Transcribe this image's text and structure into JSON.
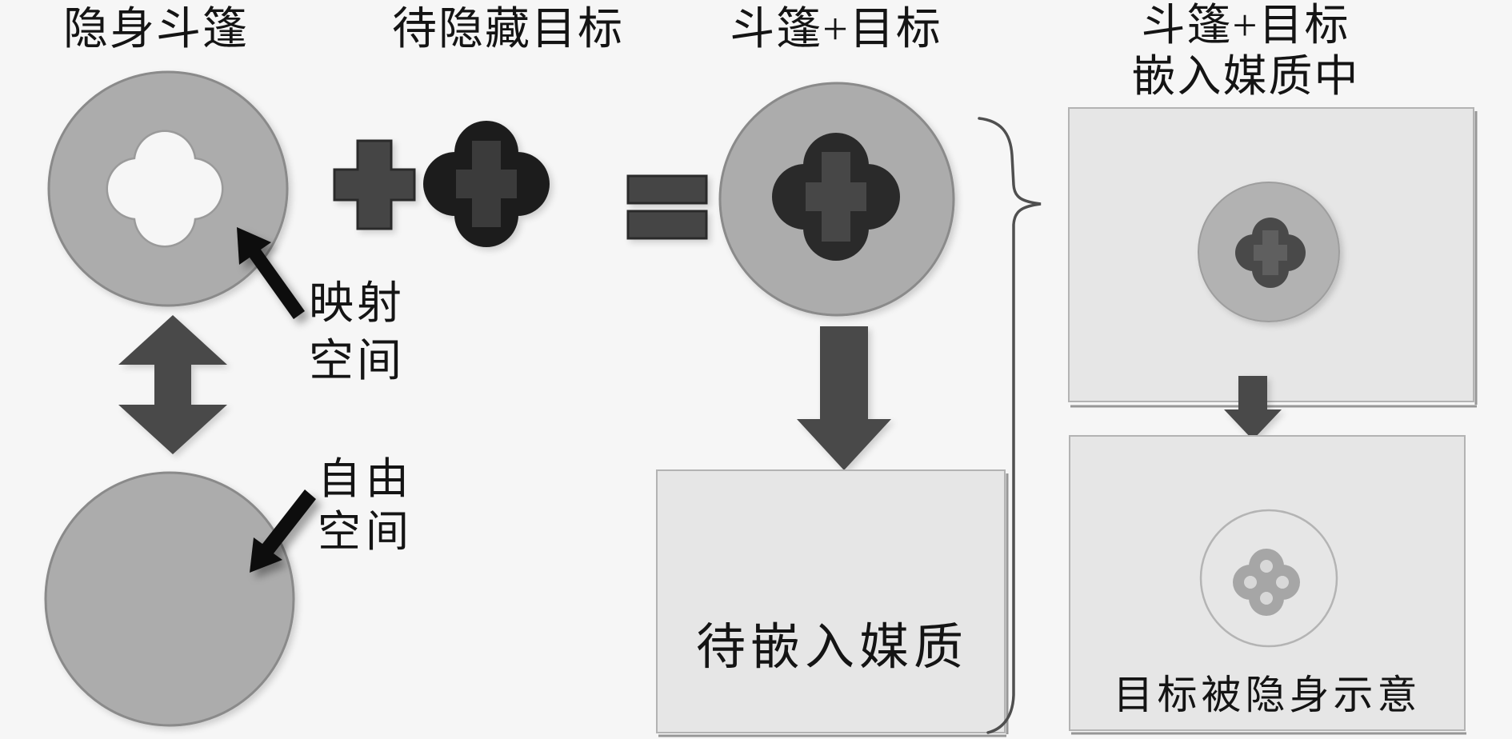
{
  "figure": {
    "background": "#f6f6f6",
    "palette": {
      "bg": "#f6f6f6",
      "text": "#141414",
      "circle_fill": "#acacac",
      "circle_stroke": "#8a8a8a",
      "hole_stroke": "#9a9a9a",
      "gray_arrow": "#4a4a4a",
      "dark_op": "#454545",
      "dark_op_outline": "#2b2b2b",
      "target_fill": "#1e1e1e",
      "target_inner": "#3a3a3a",
      "combo_fill": "#2c2c2c",
      "combo_inner": "#474747",
      "panel_fill": "#e6e6e6",
      "panel_stroke": "#b3b3b3",
      "panel_shadow": "#979797",
      "inner_circle_fill": "#b2b2b2",
      "inner_circle_stroke": "#9e9e9e",
      "small_clover": "#4a4a4a",
      "small_clover_inner": "#5e5e5e",
      "ghost_outline": "#b4b4b4",
      "ghost_fill": "#a6a6a6",
      "ghost_dot": "#d8d8d8",
      "annotation_arrow": "#0d0d0d",
      "brace": "#4f4f4f"
    },
    "left": {
      "title": "隐身斗篷",
      "mapping_space_line1": "映射",
      "mapping_space_line2": "空间",
      "free_space_line1": "自由",
      "free_space_line2": "空间"
    },
    "middle": {
      "target_title": "待隐藏目标",
      "combo_title": "斗篷+目标",
      "operator_plus": "+",
      "operator_equals": "=",
      "medium_caption": "待嵌入媒质"
    },
    "right": {
      "title_line1": "斗篷+目标",
      "title_line2": "嵌入媒质中",
      "hidden_caption": "目标被隐身示意"
    }
  }
}
